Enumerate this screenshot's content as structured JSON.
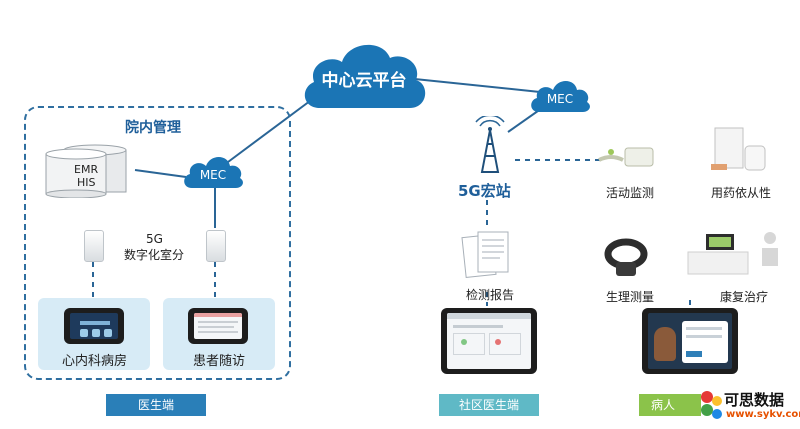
{
  "cloud": {
    "label": "中心云平台"
  },
  "mec_left": {
    "label": "MEC"
  },
  "mec_right": {
    "label": "MEC"
  },
  "hospital": {
    "title": "院内管理"
  },
  "database": {
    "line1": "EMR",
    "line2": "HIS"
  },
  "indoor": {
    "line1": "5G",
    "line2": "数字化室分"
  },
  "left_cards": [
    {
      "label": "心内科病房"
    },
    {
      "label": "患者随访"
    }
  ],
  "tower": {
    "label": "5G宏站"
  },
  "items": {
    "activity": "活动监测",
    "medication": "用药依从性",
    "report": "检测报告",
    "physio": "生理测量",
    "rehab": "康复治疗"
  },
  "footer": {
    "doctor": "医生端",
    "community": "社区医生端",
    "patient": "病人"
  },
  "watermark": {
    "brand": "可思数据",
    "url": "www.sykv.com"
  },
  "colors": {
    "cloud": "#1b75b5",
    "dashed": "#2f6fa0",
    "card_bg": "#d7ebf6",
    "doctor_tag": "#2a7fb8",
    "community_tag": "#5fb9c6",
    "patient_tag": "#8bc34a"
  }
}
